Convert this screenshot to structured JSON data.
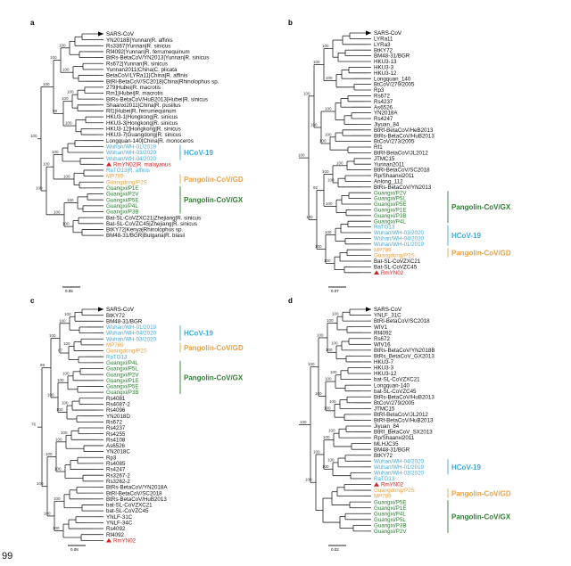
{
  "colors": {
    "line": "#222",
    "hcov": "#3fa9dc",
    "pg_gd": "#f0a040",
    "pg_gx": "#2e7d32",
    "rm": "#d81b1b",
    "support": "#333"
  },
  "corner_text": "99",
  "panels": [
    {
      "id": "a",
      "label": "a",
      "scale_label": "0.05",
      "leaves": [
        {
          "text": "SARS-CoV",
          "cls": "sars"
        },
        {
          "text": "YN2018B|Yunnan|R. affinis"
        },
        {
          "text": "Rs3367|Yunnan|R. sinicus"
        },
        {
          "text": "Rf4092|Yunnan|R. ferrumequinum"
        },
        {
          "text": "BtRs-BetaCoV/YN2013|Yunnan|R. sinicus"
        },
        {
          "text": "Rs672|Yunnan|R. sinicus"
        },
        {
          "text": "Yunnan2011|China|C. plicata"
        },
        {
          "text": "BetaCoV/LYRa11|China|R. affinis"
        },
        {
          "text": "BtRl-BetaCoV/SC2018|China|Rhinolophus sp."
        },
        {
          "text": "279|Hubei|R. macrotis"
        },
        {
          "text": "Rm1|Hubei|R. macrotis"
        },
        {
          "text": "BtRs-BetaCoV/HuB2013|Hubei|R. sinicus"
        },
        {
          "text": "Shaanxi2011|China|R. pusillus"
        },
        {
          "text": "Rf1|Hubei|R. ferrumequinum"
        },
        {
          "text": "HKU3-1|Hongkong|R. sinicus"
        },
        {
          "text": "HKU3-3|Hongkong|R. sinicus"
        },
        {
          "text": "HKU3-12|Hongkong|R. sinicus"
        },
        {
          "text": "HKU3-7|Guangdong|R. sinicus"
        },
        {
          "text": "Longquan-140|China|R. monoceros"
        },
        {
          "text": "Wuhan/WH-01/2019",
          "cls": "hcov"
        },
        {
          "text": "Wuhan/WH-03/2020",
          "cls": "hcov"
        },
        {
          "text": "Wuhan/WH-04/2020",
          "cls": "hcov"
        },
        {
          "text": "RmYN02|R. malayanus",
          "cls": "rm"
        },
        {
          "text": "RaTG13|R. affinis",
          "cls": "hcov"
        },
        {
          "text": "MP789",
          "cls": "gd"
        },
        {
          "text": "Guangdong/P2S",
          "cls": "gd"
        },
        {
          "text": "Guangxi/P1E",
          "cls": "gx"
        },
        {
          "text": "Guangxi/P2V",
          "cls": "gx"
        },
        {
          "text": "Guangxi/P5E",
          "cls": "gx"
        },
        {
          "text": "Guangxi/P4L",
          "cls": "gx"
        },
        {
          "text": "Guangxi/P3B",
          "cls": "gx"
        },
        {
          "text": "Bat-SL-CoVZXC21|Zhejiang|R. sinicus"
        },
        {
          "text": "Bat-SL-CoVZC45|Zhejiang|R. sinicus"
        },
        {
          "text": "BtKY72|Kenya|Rhinolophus sp."
        },
        {
          "text": "BM48-31/BGR|Bulgaria|R. blasii"
        }
      ],
      "groups": [
        {
          "text": "HCoV-19",
          "cls": "hcov"
        },
        {
          "text": "Pangolin-CoV/GD",
          "cls": "gd"
        },
        {
          "text": "Pangolin-CoV/GX",
          "cls": "gx"
        }
      ],
      "supports": [
        "100",
        "100",
        "100",
        "100",
        "100",
        "99",
        "100",
        "100",
        "100",
        "100",
        "100",
        "100",
        "100",
        "100",
        "100",
        "100",
        "100",
        "100",
        "100",
        "100"
      ]
    },
    {
      "id": "b",
      "label": "b",
      "scale_label": "0.07",
      "leaves": [
        {
          "text": "SARS-CoV",
          "cls": "sars"
        },
        {
          "text": "LYRa11"
        },
        {
          "text": "LYRa3"
        },
        {
          "text": "BtKY72"
        },
        {
          "text": "BM48-31/BGR"
        },
        {
          "text": "HKU3-13"
        },
        {
          "text": "HKU3-3"
        },
        {
          "text": "HKU3-12"
        },
        {
          "text": "Longquan_140"
        },
        {
          "text": "BtCoV/279/2005"
        },
        {
          "text": "Rp3"
        },
        {
          "text": "Rs672"
        },
        {
          "text": "Rs4237"
        },
        {
          "text": "As6526"
        },
        {
          "text": "YN2018A"
        },
        {
          "text": "Rs4247"
        },
        {
          "text": "Jiyuan_84"
        },
        {
          "text": "BtRf-BetaCoV/HeB2013"
        },
        {
          "text": "BtRs-BetaCoV/HuB2013"
        },
        {
          "text": "BtCoV/273/2005"
        },
        {
          "text": "Rf1"
        },
        {
          "text": "BtRf-BetaCoV/JL2012"
        },
        {
          "text": "JTMC15"
        },
        {
          "text": "Yunnan2011"
        },
        {
          "text": "BtRl-BetaCoV/SC2018"
        },
        {
          "text": "Rp/Shaanxi2011"
        },
        {
          "text": "Anlong_112"
        },
        {
          "text": "BtRs-BetaCoV/YN2013"
        },
        {
          "text": "Guangxi/P2V",
          "cls": "gx"
        },
        {
          "text": "Guangxi/P5L",
          "cls": "gx"
        },
        {
          "text": "Guangxi/P5E",
          "cls": "gx"
        },
        {
          "text": "Guangxi/P1E",
          "cls": "gx"
        },
        {
          "text": "Guangxi/P3B",
          "cls": "gx"
        },
        {
          "text": "Guangxi/P4L",
          "cls": "gx"
        },
        {
          "text": "RaTG13",
          "cls": "hcov"
        },
        {
          "text": "Wuhan/WH-03/2020",
          "cls": "hcov"
        },
        {
          "text": "Wuhan/WH-04/2020",
          "cls": "hcov"
        },
        {
          "text": "Wuhan/WH-01/2019",
          "cls": "hcov"
        },
        {
          "text": "MP789",
          "cls": "gd"
        },
        {
          "text": "Guangdong/P2S",
          "cls": "gd"
        },
        {
          "text": "Bat-SL-CoVZXC21"
        },
        {
          "text": "Bat-SL-CoVZC45"
        },
        {
          "text": "RmYN02",
          "cls": "rm"
        }
      ],
      "groups": [
        {
          "text": "Pangolin-CoV/GX",
          "cls": "gx"
        },
        {
          "text": "HCoV-19",
          "cls": "hcov"
        },
        {
          "text": "Pangolin-CoV/GD",
          "cls": "gd"
        }
      ],
      "supports": [
        "100",
        "100",
        "100",
        "100",
        "100",
        "100",
        "100",
        "100",
        "100",
        "100",
        "92",
        "100",
        "100",
        "100",
        "100",
        "100",
        "100",
        "100"
      ]
    },
    {
      "id": "c",
      "label": "c",
      "scale_label": "0.08",
      "leaves": [
        {
          "text": "SARS-CoV",
          "cls": "sars"
        },
        {
          "text": "BtKY72"
        },
        {
          "text": "BM48-31/BGR"
        },
        {
          "text": "Wuhan/WH-01/2019",
          "cls": "hcov"
        },
        {
          "text": "Wuhan/WH-04/2020",
          "cls": "hcov"
        },
        {
          "text": "Wuhan/WH-03/2020",
          "cls": "hcov"
        },
        {
          "text": "MP789",
          "cls": "gd"
        },
        {
          "text": "Guangdong/P2S",
          "cls": "gd"
        },
        {
          "text": "RaTG13",
          "cls": "hcov"
        },
        {
          "text": "Guangxi/P4L",
          "cls": "gx"
        },
        {
          "text": "Guangxi/P5L",
          "cls": "gx"
        },
        {
          "text": "Guangxi/P2V",
          "cls": "gx"
        },
        {
          "text": "Guangxi/P1E",
          "cls": "gx"
        },
        {
          "text": "Guangxi/P5E",
          "cls": "gx"
        },
        {
          "text": "Guangxi/P3B",
          "cls": "gx"
        },
        {
          "text": "Rs4081"
        },
        {
          "text": "Rs4087-2"
        },
        {
          "text": "Rs4096"
        },
        {
          "text": "YN2018D"
        },
        {
          "text": "Rs672"
        },
        {
          "text": "Rs4237"
        },
        {
          "text": "Rs4255"
        },
        {
          "text": "Rs4108"
        },
        {
          "text": "As6526"
        },
        {
          "text": "YN2018C"
        },
        {
          "text": "Rp3"
        },
        {
          "text": "Rs4085"
        },
        {
          "text": "Rs4247"
        },
        {
          "text": "Rs3267-2"
        },
        {
          "text": "Rs3262-2"
        },
        {
          "text": "BtRs-BetaCoV/YN2018A"
        },
        {
          "text": "BtRl-BetaCoV/SC2018"
        },
        {
          "text": "BtRs-BetaCoV/HuB2013"
        },
        {
          "text": "bat-SL-CoVZXC21"
        },
        {
          "text": "bat-SL-CoVZC45"
        },
        {
          "text": "YNLF-31C"
        },
        {
          "text": "YNLF-34C"
        },
        {
          "text": "Rs4092"
        },
        {
          "text": "Rf4092"
        },
        {
          "text": "RmYN02",
          "cls": "rm"
        }
      ],
      "groups": [
        {
          "text": "HCoV-19",
          "cls": "hcov"
        },
        {
          "text": "Pangolin-CoV/GD",
          "cls": "gd"
        },
        {
          "text": "Pangolin-CoV/GX",
          "cls": "gx"
        }
      ],
      "supports": [
        "76",
        "99",
        "100",
        "100",
        "100",
        "87",
        "100",
        "100",
        "100",
        "100",
        "100",
        "100",
        "100",
        "100",
        "100",
        "100",
        "100",
        "100",
        "100",
        "100"
      ]
    },
    {
      "id": "d",
      "label": "d",
      "scale_label": "0.02",
      "leaves": [
        {
          "text": "SARS-CoV",
          "cls": "sars"
        },
        {
          "text": "YNLF_31C"
        },
        {
          "text": "BtRl-BetaCoV/SC2018"
        },
        {
          "text": "WIV1"
        },
        {
          "text": "Rf4092"
        },
        {
          "text": "Rs672"
        },
        {
          "text": "WIV16"
        },
        {
          "text": "BtRs-BetaCoV/YN2018B"
        },
        {
          "text": "BtRs_BetaCoV_GX2013"
        },
        {
          "text": "HKU3-7"
        },
        {
          "text": "HKU3-3"
        },
        {
          "text": "HKU3-12"
        },
        {
          "text": "bat-SL-CoVZXC21"
        },
        {
          "text": "Longquan-140"
        },
        {
          "text": "bat-SL-CoVZC45"
        },
        {
          "text": "BtRs-BetaCoV/HuB2013"
        },
        {
          "text": "BtCoV/279/2005"
        },
        {
          "text": "JTMC15"
        },
        {
          "text": "BtRf-BetaCoV/JL2012"
        },
        {
          "text": "BtRf-BetaCoV/HuB2013"
        },
        {
          "text": "Jiyuan_84"
        },
        {
          "text": "BtRf_BetaCoV_SX2013"
        },
        {
          "text": "Rp/Shaanxi2011"
        },
        {
          "text": "MLHJC35"
        },
        {
          "text": "BM48-31/BGR"
        },
        {
          "text": "BtKY72"
        },
        {
          "text": "Wuhan/WH-04/2020",
          "cls": "hcov"
        },
        {
          "text": "Wuhan/WH-01/2019",
          "cls": "hcov"
        },
        {
          "text": "Wuhan/WH-03/2020",
          "cls": "hcov"
        },
        {
          "text": "RaTG13",
          "cls": "hcov"
        },
        {
          "text": "RmYN02",
          "cls": "rm"
        },
        {
          "text": "Guangdong/P2S",
          "cls": "gd"
        },
        {
          "text": "MP789",
          "cls": "gd"
        },
        {
          "text": "Guangxi/P5E",
          "cls": "gx"
        },
        {
          "text": "Guangxi/P1E",
          "cls": "gx"
        },
        {
          "text": "Guangxi/P4L",
          "cls": "gx"
        },
        {
          "text": "Guangxi/P5L",
          "cls": "gx"
        },
        {
          "text": "Guangxi/P3B",
          "cls": "gx"
        },
        {
          "text": "Guangxi/P2V",
          "cls": "gx"
        }
      ],
      "groups": [
        {
          "text": "HCoV-19",
          "cls": "hcov"
        },
        {
          "text": "Pangolin-CoV/GD",
          "cls": "gd"
        },
        {
          "text": "Pangolin-CoV/GX",
          "cls": "gx"
        }
      ],
      "supports": [
        "100",
        "100",
        "100",
        "100",
        "100",
        "100",
        "100",
        "100",
        "100",
        "100",
        "100",
        "100",
        "100",
        "100",
        "100",
        "100",
        "100",
        "100"
      ]
    }
  ]
}
